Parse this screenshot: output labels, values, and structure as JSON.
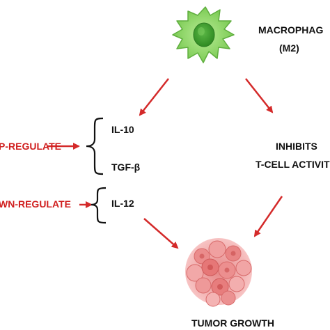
{
  "labels": {
    "macrophage_line1": "MACROPHAG",
    "macrophage_line2": "(M2)",
    "upregulate": "P-REGULATE",
    "downregulate": "WN-REGULATE",
    "il10": "IL-10",
    "tgfb": "TGF-β",
    "il12": "IL-12",
    "inhibits_line1": "INHIBITS",
    "inhibits_line2": "T-CELL ACTIVIT",
    "tumor_growth": "TUMOR GROWTH"
  },
  "colors": {
    "arrow": "#d42a2a",
    "regulate_text": "#d01f1f",
    "macrophage_body": "#8fd66b",
    "macrophage_nucleus": "#3f9a2e",
    "tumor": "#f2a0a0"
  },
  "icons": [
    "macrophage-cell-icon",
    "tumor-cluster-icon"
  ]
}
